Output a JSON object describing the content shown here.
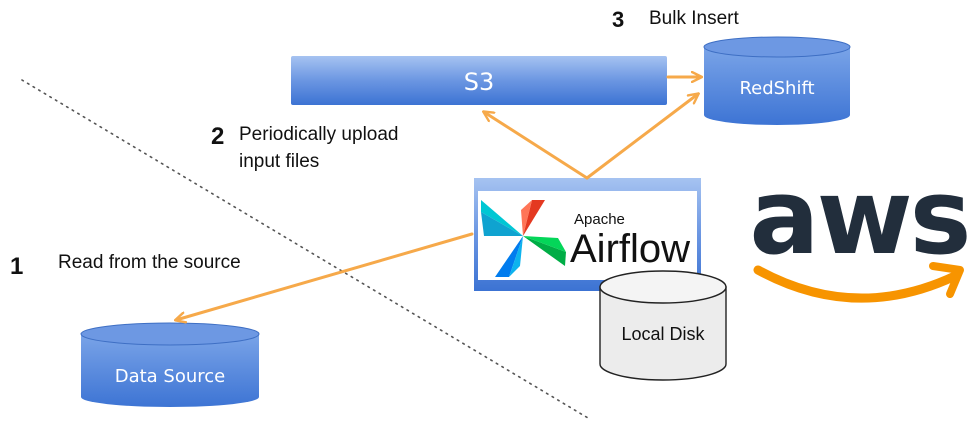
{
  "steps": {
    "step1": {
      "number": "1",
      "text": "Read from the source"
    },
    "step2": {
      "number": "2",
      "line1": "Periodically upload",
      "line2": "input files"
    },
    "step3": {
      "number": "3",
      "text": "Bulk Insert"
    }
  },
  "nodes": {
    "s3": "S3",
    "redshift": "RedShift",
    "data_source": "Data Source",
    "local_disk": "Local Disk",
    "airflow_small": "Apache",
    "airflow_big": "Airflow",
    "aws": "aws"
  },
  "colors": {
    "box_blue_top": "#9bbcef",
    "box_blue_bottom": "#3f78d6",
    "arrow_orange": "#f6a94a",
    "amazon_orange": "#f79400",
    "aws_text": "#222e3c"
  }
}
